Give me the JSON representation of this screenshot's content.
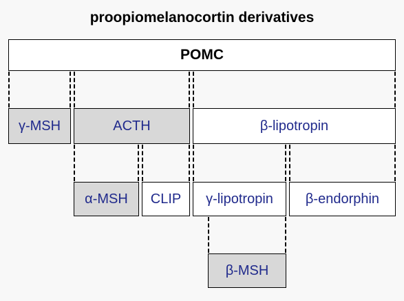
{
  "diagram": {
    "title": "proopiomelanocortin derivatives",
    "root": "POMC",
    "level1": [
      {
        "label": "γ-MSH",
        "shaded": true
      },
      {
        "label": "ACTH",
        "shaded": true
      },
      {
        "label": "β-lipotropin",
        "shaded": false
      }
    ],
    "level2": [
      {
        "label": "α-MSH",
        "shaded": true
      },
      {
        "label": "CLIP",
        "shaded": false
      },
      {
        "label": "γ-lipotropin",
        "shaded": false
      },
      {
        "label": "β-endorphin",
        "shaded": false
      }
    ],
    "level3": [
      {
        "label": "β-MSH",
        "shaded": true
      }
    ],
    "colors": {
      "background": "#f8f8f8",
      "text": "#202a8c",
      "shaded_fill": "#d8d8d8",
      "border": "#000000"
    }
  }
}
